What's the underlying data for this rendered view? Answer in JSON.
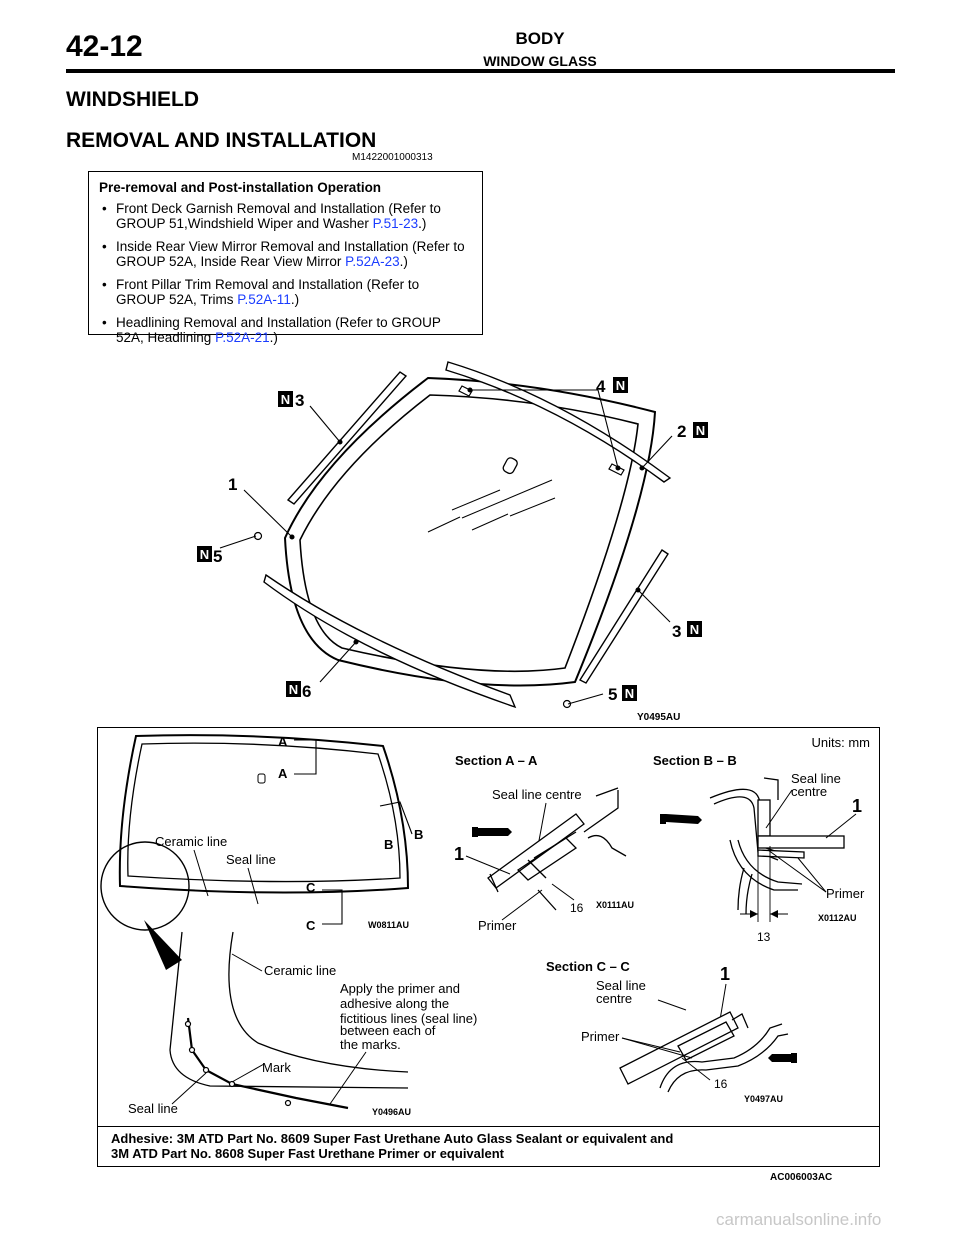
{
  "header": {
    "page_number": "42-12",
    "chapter": "BODY",
    "section": "WINDOW GLASS"
  },
  "title": "WINDSHIELD",
  "subtitle": "REMOVAL AND INSTALLATION",
  "doc_code": "M1422001000313",
  "pre_operation": {
    "title": "Pre-removal and Post-installation Operation",
    "items": [
      {
        "text": "Front Deck Garnish Removal and Installation (Refer to GROUP 51,Windshield Wiper and Washer ",
        "ref": "P.51-23",
        "tail": ".)"
      },
      {
        "text": "Inside Rear View Mirror Removal and Installation (Refer to GROUP 52A, Inside Rear View Mirror ",
        "ref": "P.52A-23",
        "tail": ".)"
      },
      {
        "text": "Front Pillar Trim Removal and Installation (Refer to GROUP 52A, Trims ",
        "ref": "P.52A-11",
        "tail": ".)"
      },
      {
        "text": "Headlining Removal and Installation (Refer to GROUP 52A, Headlining ",
        "ref": "P.52A-21",
        "tail": ".)"
      }
    ]
  },
  "figure1": {
    "n_badge": "N",
    "callouts": {
      "c1": "1",
      "c2": "2",
      "c3a": "3",
      "c3b": "3",
      "c4": "4",
      "c5a": "5",
      "c5b": "5",
      "c6": "6"
    },
    "code": "Y0495AU"
  },
  "figure2": {
    "units": "Units: mm",
    "sec_a": "Section A – A",
    "sec_b": "Section B – B",
    "sec_c": "Section C – C",
    "letter_a": "A",
    "letter_b": "B",
    "letter_c": "C",
    "ceramic_line": "Ceramic line",
    "seal_line": "Seal line",
    "seal_line_centre": "Seal line centre",
    "seal_line_word": "Seal line",
    "centre_word": "centre",
    "primer": "Primer",
    "mark": "Mark",
    "apply_text": [
      "Apply the primer and",
      "adhesive along the",
      "fictitious lines (seal line)",
      "between each of",
      "the marks."
    ],
    "dim_16": "16",
    "dim_13": "13",
    "callout_1": "1",
    "code_w0811": "W0811AU",
    "code_x0111": "X0111AU",
    "code_x0112": "X0112AU",
    "code_y0496": "Y0496AU",
    "code_y0497": "Y0497AU"
  },
  "adhesive_note": [
    "Adhesive: 3M ATD Part No. 8609 Super Fast Urethane Auto Glass Sealant or equivalent and",
    "3M ATD Part No. 8608 Super Fast Urethane Primer or equivalent"
  ],
  "figure_code": "AC006003AC",
  "watermark": "carmanualsonline.info"
}
